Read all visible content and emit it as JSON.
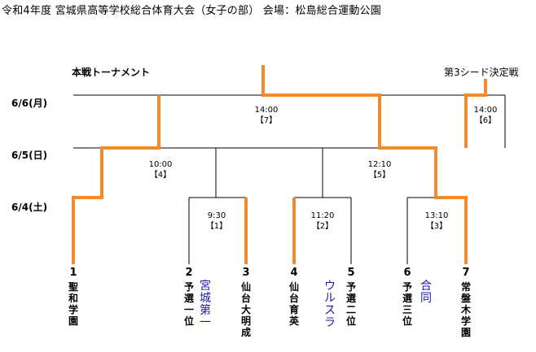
{
  "title": "令和4年度 宮城県高等学校総合体育大会（女子の部） 会場：松島総合運動公園",
  "heading": "本戦トーナメント",
  "third_label": "第3シード決定戦",
  "dates": [
    "6/6(月)",
    "6/5(日)",
    "6/4(土)"
  ],
  "slots": [
    {
      "time": "14:00",
      "game": "【7】"
    },
    {
      "time": "14:00",
      "game": "【6】"
    },
    {
      "time": "10:00",
      "game": "【4】"
    },
    {
      "time": "12:10",
      "game": "【5】"
    },
    {
      "time": "9:30",
      "game": "【1】"
    },
    {
      "time": "11:20",
      "game": "【2】"
    },
    {
      "time": "13:10",
      "game": "【3】"
    }
  ],
  "teams": [
    {
      "seed": "1",
      "name": "聖和学園"
    },
    {
      "seed": "2",
      "name": "予選一位"
    },
    {
      "seed": "3",
      "name": "仙台大明成"
    },
    {
      "seed": "4",
      "name": "仙台育英"
    },
    {
      "seed": "5",
      "name": "予選二位"
    },
    {
      "seed": "6",
      "name": "予選三位"
    },
    {
      "seed": "7",
      "name": "常盤木学園"
    }
  ],
  "winners": [
    "宮城第一",
    "ウルスラ",
    "合同"
  ],
  "colors": {
    "bracket": "#000000",
    "win_path": "#f28a2e",
    "winner_text": "#1a1aa6"
  }
}
